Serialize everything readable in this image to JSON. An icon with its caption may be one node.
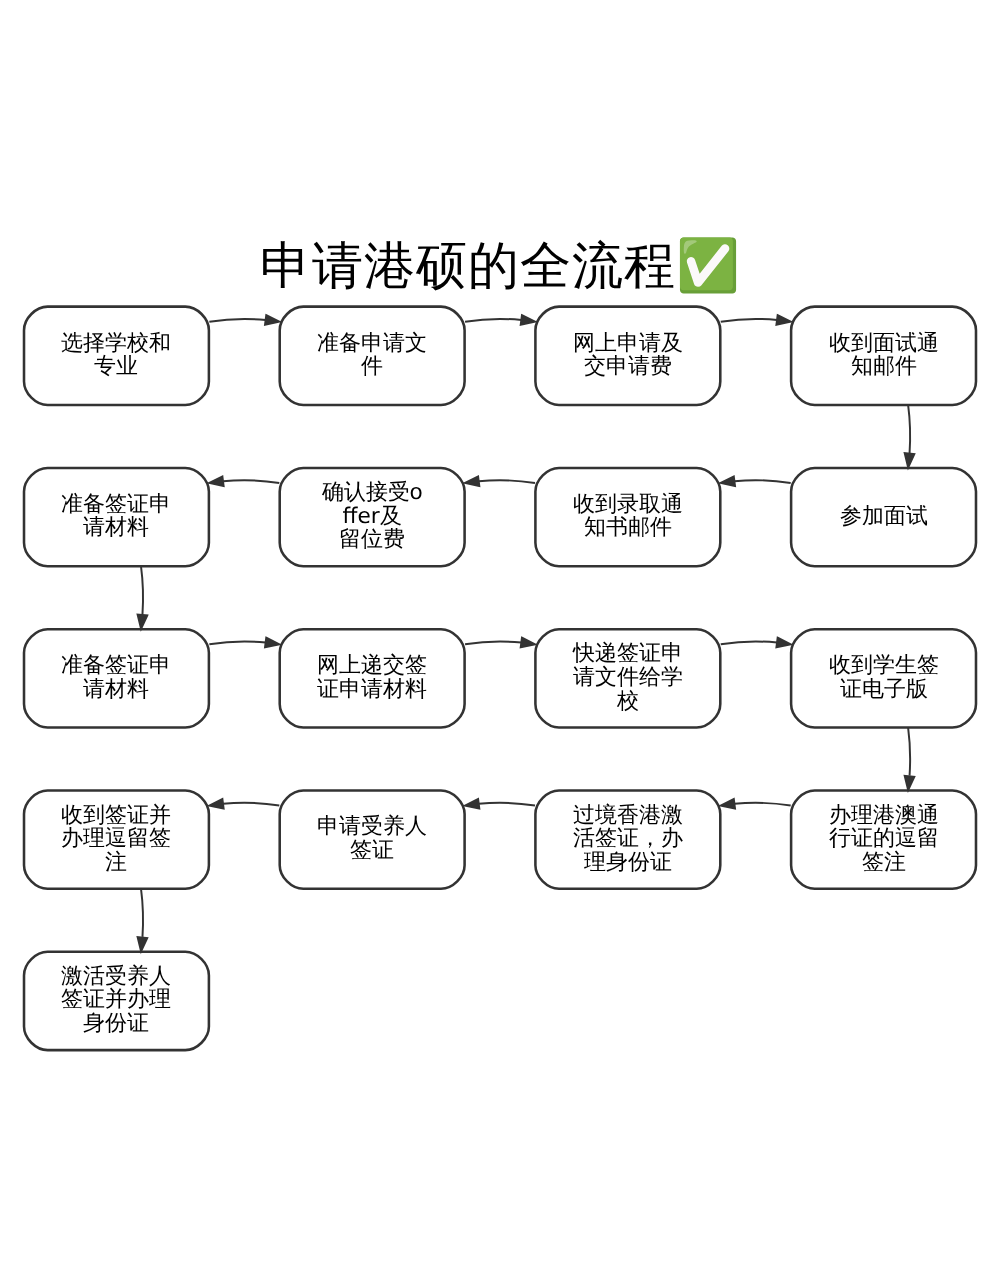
{
  "diagram": {
    "title": "申请港硕的全流程✅",
    "nodes": [
      {
        "text": [
          "选择学校和专业"
        ]
      },
      {
        "text": [
          "准备申请文件"
        ]
      },
      {
        "text": [
          "网上申请及交申请费"
        ]
      },
      {
        "text": [
          "收到面试通知邮件"
        ]
      },
      {
        "text": [
          "参加面试"
        ]
      },
      {
        "text": [
          "收到录取通知书邮件"
        ]
      },
      {
        "text": [
          "确认接受offer及留位费"
        ]
      },
      {
        "text": [
          "准备签证申请材料"
        ]
      },
      {
        "text": [
          "准备签证申请材料"
        ]
      },
      {
        "text": [
          "网上递交签证申请材料"
        ]
      },
      {
        "text": [
          "快递签证申请文件给学校"
        ]
      },
      {
        "text": [
          "收到学生签证电子版"
        ]
      },
      {
        "text": [
          "办理港澳通行证的逗留签注"
        ]
      },
      {
        "text": [
          "过境香港激活签证，办理身份证"
        ]
      },
      {
        "text": [
          "申请受养人签证"
        ]
      },
      {
        "text": [
          "收到签证并办理逗留签注"
        ]
      },
      {
        "text": [
          "激活受养人签证并办理身份证"
        ]
      }
    ],
    "edges": [
      {
        "from": 0,
        "to": 1,
        "arrow": "to"
      },
      {
        "from": 1,
        "to": 2,
        "arrow": "to"
      },
      {
        "from": 2,
        "to": 3,
        "arrow": "to"
      },
      {
        "from": 3,
        "to": 4,
        "arrow": "to"
      },
      {
        "from": 4,
        "to": 5,
        "arrow": "to"
      },
      {
        "from": 5,
        "to": 6,
        "arrow": "to"
      },
      {
        "from": 6,
        "to": 7,
        "arrow": "to"
      },
      {
        "from": 7,
        "to": 8,
        "arrow": "to"
      },
      {
        "from": 8,
        "to": 9,
        "arrow": "to"
      },
      {
        "from": 9,
        "to": 10,
        "arrow": "to"
      },
      {
        "from": 10,
        "to": 11,
        "arrow": "to"
      },
      {
        "from": 11,
        "to": 12,
        "arrow": "to"
      },
      {
        "from": 12,
        "to": 13,
        "arrow": "to"
      },
      {
        "from": 13,
        "to": 14,
        "arrow": "to"
      },
      {
        "from": 14,
        "to": 15,
        "arrow": "to"
      },
      {
        "from": 15,
        "to": 16,
        "arrow": "to"
      }
    ]
  }
}
